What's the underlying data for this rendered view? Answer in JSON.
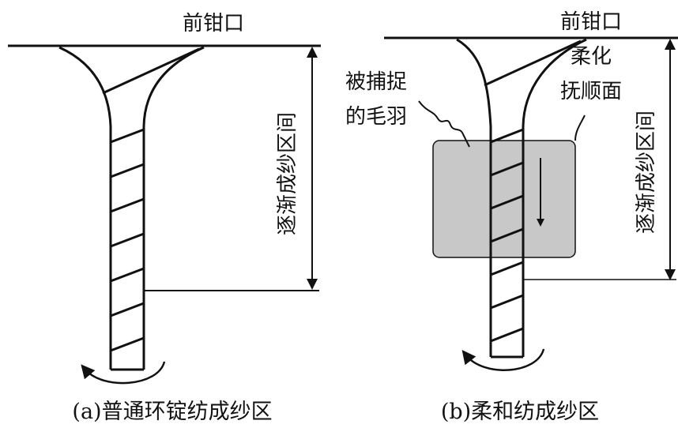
{
  "left_panel": {
    "nip_label": "前钳口",
    "zone_label": "逐渐成纱区间",
    "caption": "(a)普通环锭纺成纱区"
  },
  "right_panel": {
    "nip_label": "前钳口",
    "fiber_label_line1": "被捕捉",
    "fiber_label_line2": "的毛羽",
    "surface_label_line1": "柔化",
    "surface_label_line2": "抚顺面",
    "zone_label": "逐渐成纱区间",
    "caption": "(b)柔和纺成纱区"
  },
  "colors": {
    "ink": "#111111",
    "softening_surface": "#c8c8c8"
  }
}
